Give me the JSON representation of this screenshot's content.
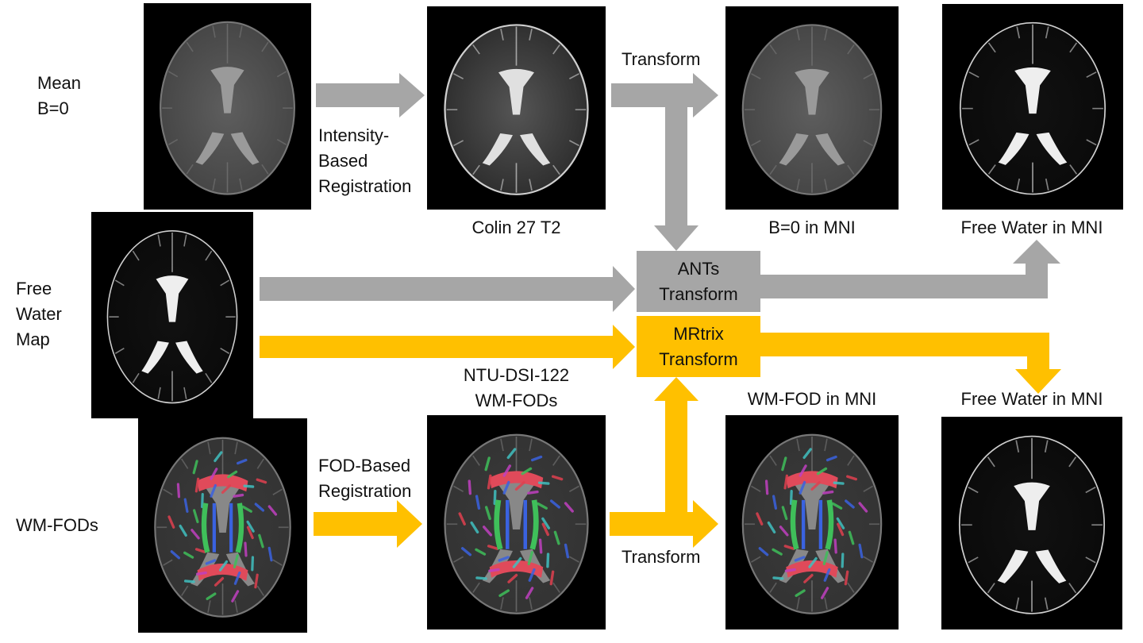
{
  "colors": {
    "gray_arrow": "#a6a6a6",
    "gold_arrow": "#ffc000",
    "panel_bg": "#000000"
  },
  "row_labels": {
    "mean_b0": "Mean\nB=0",
    "free_water": "Free\nWater\nMap",
    "wm_fods": "WM-FODs"
  },
  "step_labels": {
    "intensity_reg": "Intensity-\nBased\nRegistration",
    "fod_reg": "FOD-Based\nRegistration",
    "transform_top": "Transform",
    "transform_bottom": "Transform"
  },
  "image_captions": {
    "colin": "Colin 27 T2",
    "b0_mni": "B=0 in MNI",
    "fw_mni_top": "Free Water in MNI",
    "ntu": "NTU-DSI-122\nWM-FODs",
    "wmfod_mni": "WM-FOD in MNI",
    "fw_mni_bottom": "Free Water in MNI"
  },
  "transform_boxes": {
    "ants": "ANTs\nTransform",
    "mrtrix": "MRtrix\nTransform"
  },
  "images": [
    {
      "id": "mean-b0",
      "kind": "b0"
    },
    {
      "id": "colin",
      "kind": "t2"
    },
    {
      "id": "b0-mni",
      "kind": "b0"
    },
    {
      "id": "fw-mni-top",
      "kind": "fw"
    },
    {
      "id": "free-water-map",
      "kind": "fw"
    },
    {
      "id": "wm-fods",
      "kind": "fod"
    },
    {
      "id": "ntu",
      "kind": "fod"
    },
    {
      "id": "wmfod-mni",
      "kind": "fod"
    },
    {
      "id": "fw-mni-bottom",
      "kind": "fw"
    }
  ]
}
